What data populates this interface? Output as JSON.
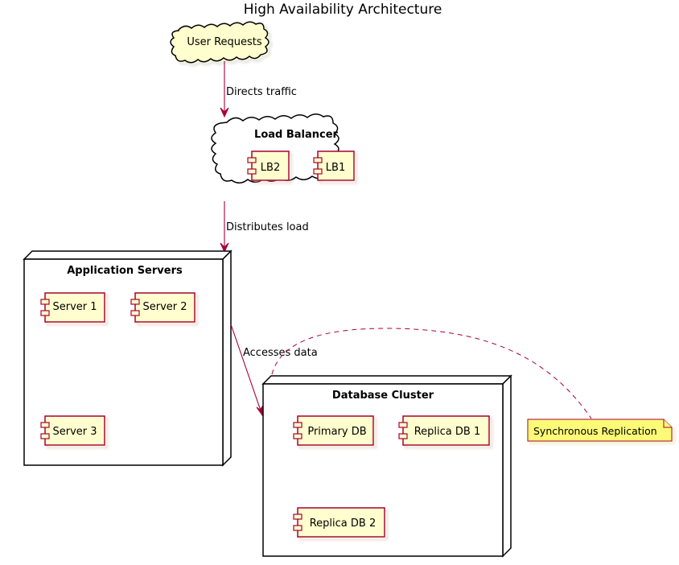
{
  "title": "High Availability Architecture",
  "user_requests": {
    "label": "User Requests"
  },
  "load_balancer": {
    "title": "Load Balancer",
    "components": [
      "LB2",
      "LB1"
    ]
  },
  "app_servers": {
    "title": "Application Servers",
    "components": [
      "Server 1",
      "Server 2",
      "Server 3"
    ]
  },
  "database_cluster": {
    "title": "Database Cluster",
    "components": [
      "Primary DB",
      "Replica DB 1",
      "Replica DB 2"
    ]
  },
  "edges": {
    "directs_traffic": "Directs traffic",
    "distributes_load": "Distributes load",
    "accesses_data": "Accesses data"
  },
  "note": {
    "text": "Synchronous Replication"
  },
  "colors": {
    "component_fill": "#FEFECE",
    "border_accent": "#A80036",
    "note_fill": "#FBFB77"
  }
}
